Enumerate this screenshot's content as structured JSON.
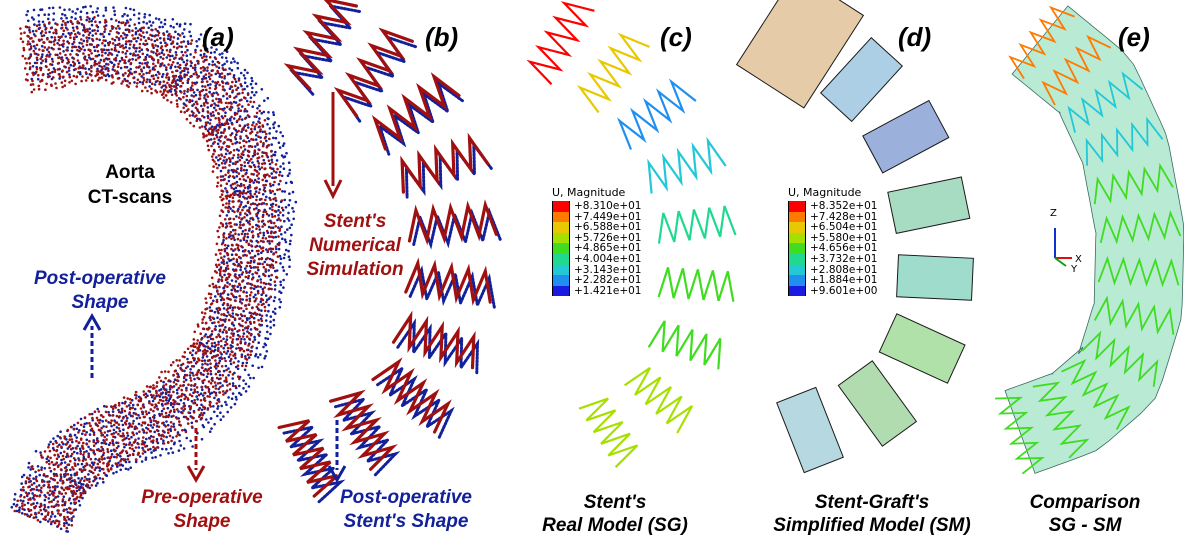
{
  "panels": {
    "a": {
      "letter": "(a)",
      "title_line1": "Aorta",
      "title_line2": "CT-scans",
      "post_line1": "Post-operative",
      "post_line2": "Shape",
      "pre_line1": "Pre-operative",
      "pre_line2": "Shape"
    },
    "b": {
      "letter": "(b)",
      "sim_line1": "Stent's",
      "sim_line2": "Numerical",
      "sim_line3": "Simulation",
      "post_line1": "Post-operative",
      "post_line2": "Stent's Shape"
    },
    "c": {
      "letter": "(c)",
      "caption_line1": "Stent's",
      "caption_line2": "Real Model (SG)",
      "legend_title": "U, Magnitude",
      "legend_values": [
        "+8.310e+01",
        "+7.449e+01",
        "+6.588e+01",
        "+5.726e+01",
        "+4.865e+01",
        "+4.004e+01",
        "+3.143e+01",
        "+2.282e+01",
        "+1.421e+01"
      ]
    },
    "d": {
      "letter": "(d)",
      "caption_line1": "Stent-Graft's",
      "caption_line2": "Simplified Model (SM)",
      "legend_title": "U, Magnitude",
      "legend_values": [
        "+8.352e+01",
        "+7.428e+01",
        "+6.504e+01",
        "+5.580e+01",
        "+4.656e+01",
        "+3.732e+01",
        "+2.808e+01",
        "+1.884e+01",
        "+9.601e+00"
      ]
    },
    "e": {
      "letter": "(e)",
      "caption_line1": "Comparison",
      "caption_line2": "SG - SM",
      "axis_z": "Z",
      "axis_x": "X",
      "axis_y": "Y"
    }
  },
  "colors": {
    "pre_operative": "#a01010",
    "post_operative": "#12219a",
    "legend_scale": [
      "#ff0000",
      "#ff7a00",
      "#e8c800",
      "#a6e000",
      "#3fdc20",
      "#20d890",
      "#22c8d8",
      "#2090f0",
      "#1a1ae0",
      "#0a0ab8"
    ]
  }
}
